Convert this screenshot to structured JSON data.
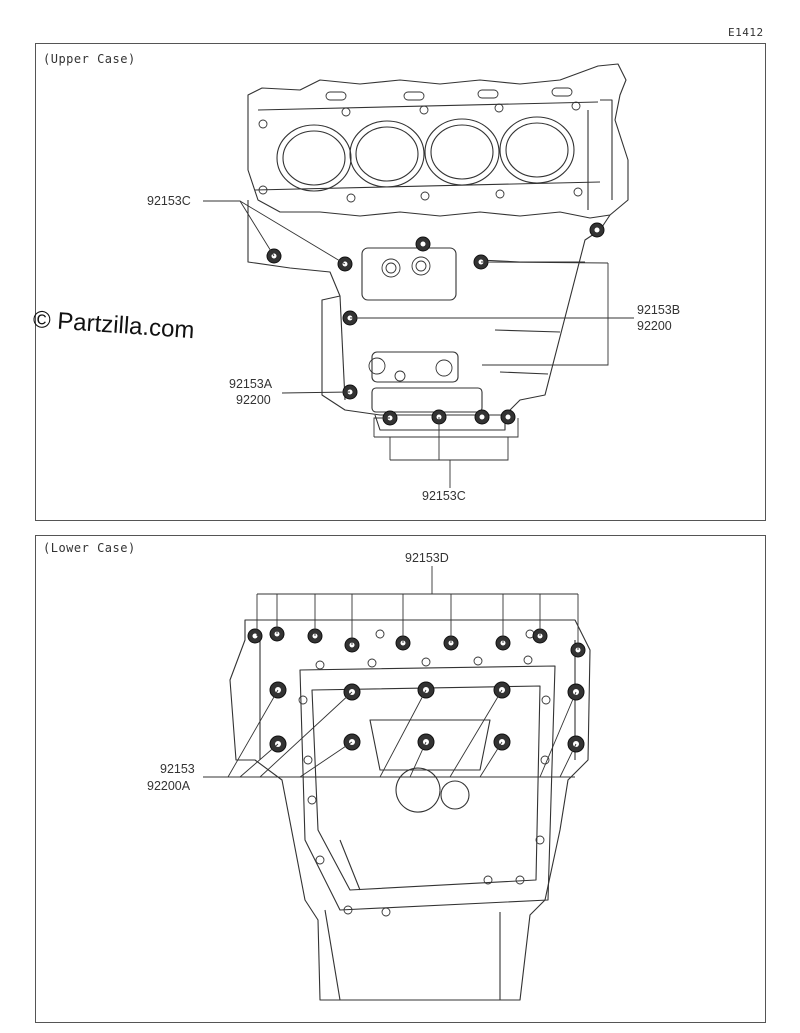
{
  "diagram_code": "E1412",
  "watermark": "© Partzilla.com",
  "upper_panel": {
    "label": "(Upper Case)",
    "callouts": {
      "left_top": "92153C",
      "right_a": "92153B",
      "right_b": "92200",
      "left_mid_a": "92153A",
      "left_mid_b": "92200",
      "bottom": "92153C"
    }
  },
  "lower_panel": {
    "label": "(Lower Case)",
    "callouts": {
      "top": "92153D",
      "left_a": "92153",
      "left_b": "92200A"
    }
  }
}
